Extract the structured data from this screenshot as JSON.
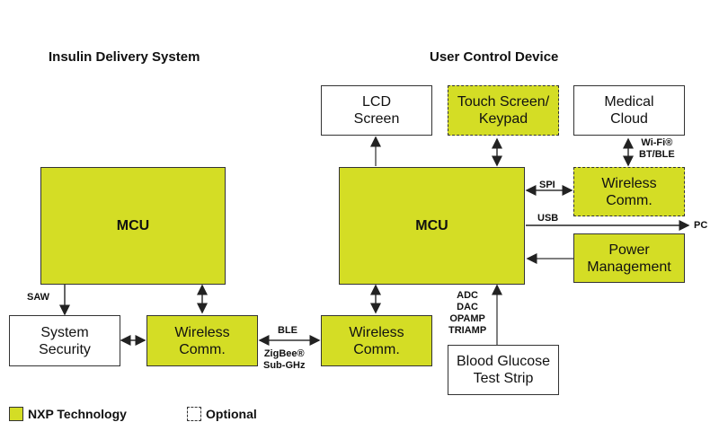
{
  "titles": {
    "left": "Insulin Delivery System",
    "right": "User Control Device"
  },
  "colors": {
    "nxp": "#d4dd25",
    "border": "#333333"
  },
  "blocks": {
    "left_mcu": "MCU",
    "system_security": "System\nSecurity",
    "left_wireless": "Wireless\nComm.",
    "right_wireless": "Wireless\nComm.",
    "lcd": "LCD\nScreen",
    "touch": "Touch Screen/\nKeypad",
    "cloud": "Medical\nCloud",
    "right_mcu": "MCU",
    "spi_wireless": "Wireless\nComm.",
    "power": "Power\nManagement",
    "glucose": "Blood Glucose\nTest Strip"
  },
  "labels": {
    "saw": "SAW",
    "ble": "BLE",
    "zigbee": "ZigBee®\nSub-GHz",
    "wifi": "Wi-Fi®\nBT/BLE",
    "spi": "SPI",
    "usb": "USB",
    "pc": "PC",
    "analog": "ADC\nDAC\nOPAMP\nTRIAMP"
  },
  "legend": {
    "nxp": "NXP Technology",
    "optional": "Optional"
  }
}
